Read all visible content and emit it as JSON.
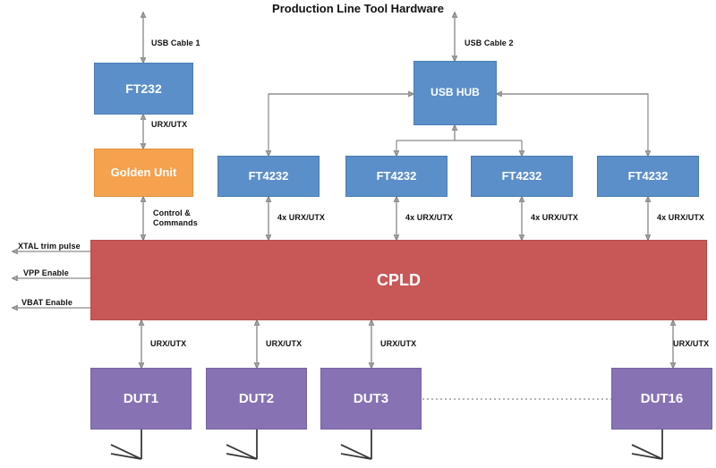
{
  "title": "Production Line Tool Hardware",
  "colors": {
    "blue": "#5B8FC9",
    "orange": "#F5A14D",
    "red": "#C85757",
    "purple": "#8772B4",
    "wire": "#8a8a8a",
    "text": "#111111"
  },
  "nodes": {
    "ft232": "FT232",
    "golden_unit": "Golden Unit",
    "usb_hub": "USB HUB",
    "ft4232_1": "FT4232",
    "ft4232_2": "FT4232",
    "ft4232_3": "FT4232",
    "ft4232_4": "FT4232",
    "cpld": "CPLD",
    "dut1": "DUT1",
    "dut2": "DUT2",
    "dut3": "DUT3",
    "dut16": "DUT16"
  },
  "edge_labels": {
    "usb_cable_1": "USB Cable 1",
    "usb_cable_2": "USB Cable 2",
    "urx_utx_ft232": "URX/UTX",
    "control_commands": "Control & Commands",
    "quad_urx_utx_1": "4x URX/UTX",
    "quad_urx_utx_2": "4x URX/UTX",
    "quad_urx_utx_3": "4x URX/UTX",
    "quad_urx_utx_4": "4x URX/UTX",
    "urx_utx_dut1": "URX/UTX",
    "urx_utx_dut2": "URX/UTX",
    "urx_utx_dut3": "URX/UTX",
    "urx_utx_dut16": "URX/UTX"
  },
  "cpld_outputs": {
    "xtal": "XTAL trim pulse",
    "vpp": "VPP Enable",
    "vbat": "VBAT Enable"
  }
}
